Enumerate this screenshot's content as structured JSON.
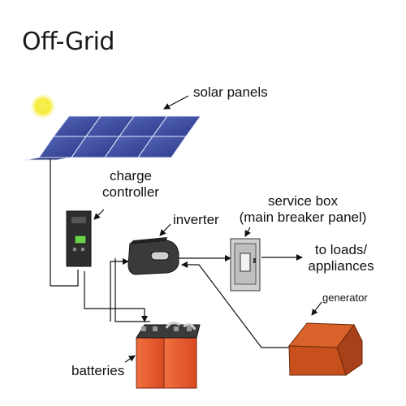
{
  "title": "Off-Grid",
  "labels": {
    "solar_panels": "solar panels",
    "charge_controller_line1": "charge",
    "charge_controller_line2": "controller",
    "inverter": "inverter",
    "service_box_line1": "service box",
    "service_box_line2": "(main breaker panel)",
    "to_loads_line1": "to loads/",
    "to_loads_line2": "appliances",
    "generator": "generator",
    "batteries": "batteries"
  },
  "colors": {
    "sun": "#f5ec3a",
    "panel": "#3a4a9e",
    "battery": "#e8582c",
    "generator": "#c8501c",
    "controller": "#2e2e2e",
    "inverter": "#333333",
    "service_box": "#cfcfcf"
  }
}
